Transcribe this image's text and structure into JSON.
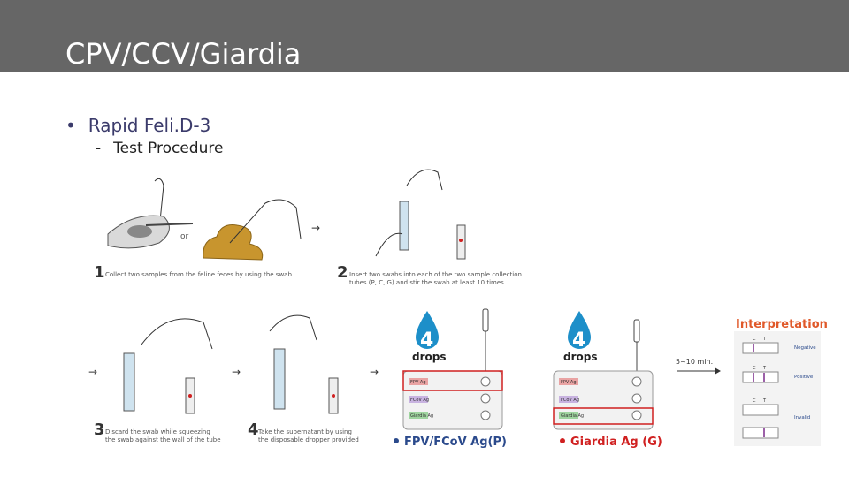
{
  "slide": {
    "title": "CPV/CCV/Giardia",
    "bullet": "Rapid Feli.D-3",
    "sub_bullet": "Test Procedure"
  },
  "steps": [
    {
      "num": "1",
      "caption": "Collect two samples from the feline feces by using the swab",
      "or_label": "or"
    },
    {
      "num": "2",
      "caption_line1": "Insert two swabs into each of the two sample collection",
      "caption_line2": "tubes (P, C, G) and stir the swab at least 10 times"
    },
    {
      "num": "3",
      "caption_line1": "Discard the swab while squeezing",
      "caption_line2": "the swab against the wall of the tube"
    },
    {
      "num": "4",
      "caption_line1": "Take the supernatant by using",
      "caption_line2": "the disposable dropper provided"
    }
  ],
  "drops": [
    {
      "count": "4",
      "label": "drops"
    },
    {
      "count": "4",
      "label": "drops"
    }
  ],
  "devices": [
    {
      "legend": "FPV/FCoV Ag(P)",
      "strips": [
        "FPV Ag",
        "FCoV Ag",
        "Giardia Ag"
      ],
      "color": "#2b4a8c"
    },
    {
      "legend": "Giardia Ag (G)",
      "strips": [
        "FPV Ag",
        "FCoV Ag",
        "Giardia Ag"
      ],
      "color": "#d02020"
    }
  ],
  "timer": "5~10 min.",
  "interpretation": {
    "title": "Interpretation",
    "results": [
      {
        "label": "Negative"
      },
      {
        "label": "Positive"
      },
      {
        "label": "Invalid"
      }
    ],
    "line_c": "C",
    "line_t": "T"
  },
  "colors": {
    "header_bg": "#666666",
    "accent_blue": "#1d8fc9",
    "accent_red": "#d02020",
    "accent_orange": "#e0592a"
  }
}
